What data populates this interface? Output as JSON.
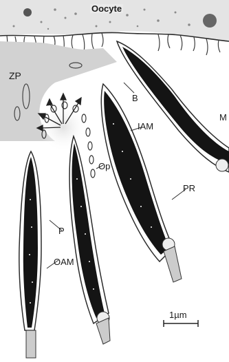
{
  "labels": {
    "oocyte": "Oocyte",
    "zp": "ZP",
    "b": "B",
    "iam": "IAM",
    "m": "M",
    "op": "Op",
    "pr": "PR",
    "p": "P",
    "oam": "OAM",
    "scale": "1µm"
  },
  "colors": {
    "background": "#ffffff",
    "oocyte_cytoplasm": "#e4e4e4",
    "zona_pellucida": "#d2d2d2",
    "nucleus": "#141414",
    "membrane": "#2a2a2a",
    "halo": "#ececec"
  }
}
